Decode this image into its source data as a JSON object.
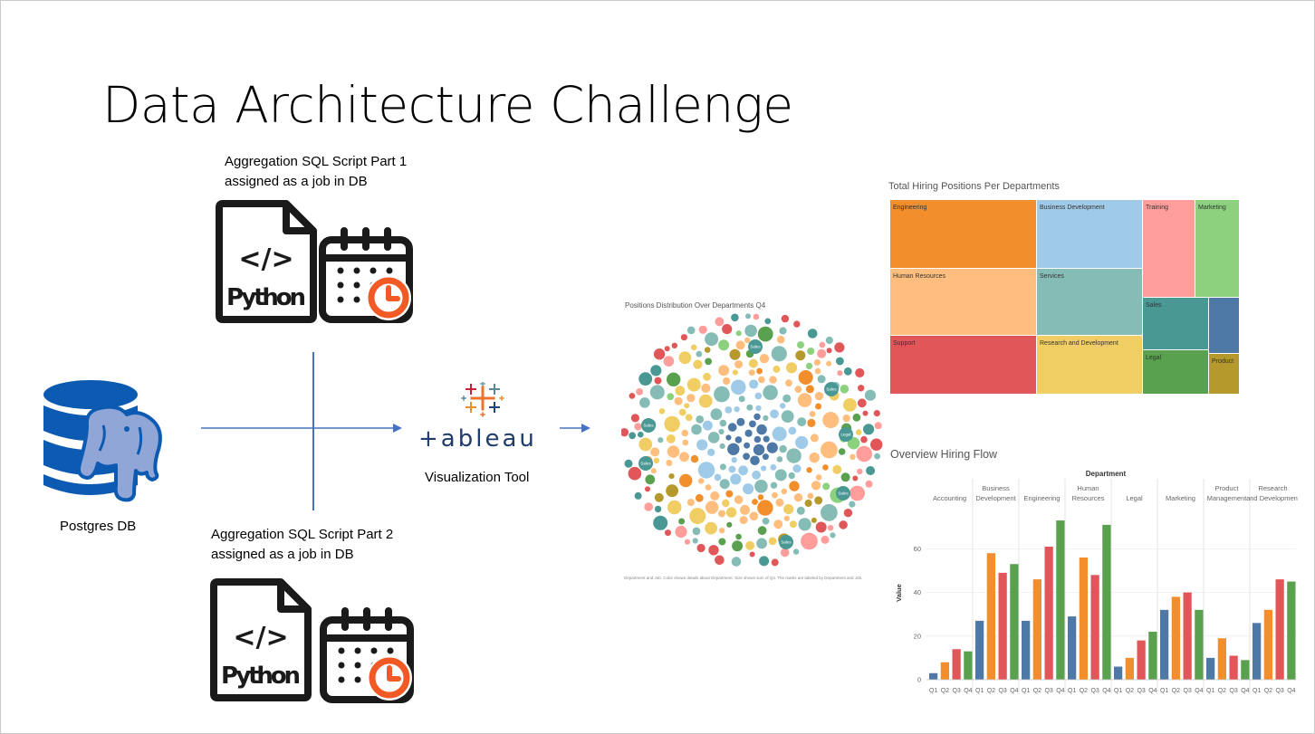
{
  "slide": {
    "title": "Data Architecture Challenge",
    "script1_line1": "Aggregation SQL Script Part 1",
    "script1_line2": "assigned as a job in DB",
    "script2_line1": "Aggregation SQL Script Part 2",
    "script2_line2": "assigned as a job in DB",
    "db_label": "Postgres DB",
    "viz_label": "Visualization Tool",
    "python_label": "Python",
    "code_glyph": "</>",
    "tableau_wordmark": "+ableau",
    "brand_colors": {
      "postgres_blue": "#0d5ab3",
      "elephant": "#8fa6d6",
      "clock_orange": "#f15a24",
      "arrow_blue": "#4472c4"
    }
  },
  "bubble": {
    "title": "Positions Distribution Over Departments Q4",
    "footnote": "Department and Job. Color shows details about Department. Size shows sum of Q4. The marks are labeled by Department and Job.",
    "labels": [
      "Sales",
      "Sales",
      "Sales",
      "Legal",
      "Sales",
      "Sales",
      "Sales"
    ]
  },
  "treemap": {
    "title": "Total Hiring Positions Per Departments",
    "cells": [
      {
        "name": "Engineering",
        "color": "#f28e2b"
      },
      {
        "name": "Business Development",
        "color": "#a0cbe8"
      },
      {
        "name": "Training",
        "color": "#ff9d9a"
      },
      {
        "name": "Marketing",
        "color": "#8cd17d"
      },
      {
        "name": "Human Resources",
        "color": "#ffbe7d"
      },
      {
        "name": "Services",
        "color": "#86bcb6"
      },
      {
        "name": "Sales",
        "color": "#499894"
      },
      {
        "name": "",
        "color": "#4e79a7"
      },
      {
        "name": "Support",
        "color": "#e15759"
      },
      {
        "name": "Research and Development",
        "color": "#f1ce63"
      },
      {
        "name": "Legal",
        "color": "#59a14f"
      },
      {
        "name": "Product",
        "color": "#b6992d"
      }
    ]
  },
  "chart_data": {
    "type": "bar",
    "title": "Overview Hiring Flow",
    "group_header": "Department",
    "ylabel": "Value",
    "ylim": [
      0,
      78
    ],
    "yticks": [
      0,
      20,
      40,
      60
    ],
    "categories": [
      "Q1",
      "Q2",
      "Q3",
      "Q4"
    ],
    "colors": {
      "Q1": "#4e79a7",
      "Q2": "#f28e2b",
      "Q3": "#e15759",
      "Q4": "#59a14f"
    },
    "groups": [
      {
        "name": "Accounting",
        "values": [
          3,
          8,
          14,
          13
        ]
      },
      {
        "name": "Business Development",
        "values": [
          27,
          58,
          49,
          53
        ]
      },
      {
        "name": "Engineering",
        "values": [
          27,
          46,
          61,
          73
        ]
      },
      {
        "name": "Human Resources",
        "values": [
          29,
          56,
          48,
          71
        ]
      },
      {
        "name": "Legal",
        "values": [
          6,
          10,
          18,
          22
        ]
      },
      {
        "name": "Marketing",
        "values": [
          32,
          38,
          40,
          32
        ]
      },
      {
        "name": "Product Management",
        "values": [
          10,
          19,
          11,
          9
        ]
      },
      {
        "name": "Research and Development",
        "values": [
          26,
          32,
          46,
          45
        ]
      }
    ]
  }
}
